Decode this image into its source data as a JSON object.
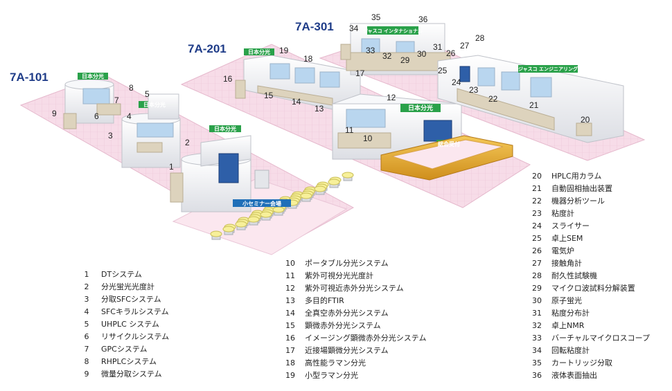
{
  "halls": [
    "7A-101",
    "7A-201",
    "7A-301"
  ],
  "booth_labels": {
    "nihon_bunko": "日本分光",
    "jasco_international": "ジャスコ インタナショナル",
    "jasco_engineering": "ジャスコ エンジニアリング",
    "general_reception": "総合受付",
    "small_seminar": "小セミナー会場"
  },
  "station_numbers": [
    "1",
    "2",
    "3",
    "4",
    "5",
    "6",
    "7",
    "8",
    "9",
    "10",
    "11",
    "12",
    "13",
    "14",
    "15",
    "16",
    "17",
    "18",
    "19",
    "20",
    "21",
    "22",
    "23",
    "24",
    "25",
    "26",
    "27",
    "28",
    "29",
    "30",
    "31",
    "32",
    "33",
    "34",
    "35",
    "36"
  ],
  "legend": [
    {
      "num": "1",
      "text": "DTシステム"
    },
    {
      "num": "2",
      "text": "分光蛍光光度計"
    },
    {
      "num": "3",
      "text": "分取SFCシステム"
    },
    {
      "num": "4",
      "text": "SFCキラルシステム"
    },
    {
      "num": "5",
      "text": "UHPLC システム"
    },
    {
      "num": "6",
      "text": "リサイクルシステム"
    },
    {
      "num": "7",
      "text": "GPCシステム"
    },
    {
      "num": "8",
      "text": "RHPLCシステム"
    },
    {
      "num": "9",
      "text": "微量分取システム"
    },
    {
      "num": "10",
      "text": "ポータブル分光システム"
    },
    {
      "num": "11",
      "text": "紫外可視分光光度計"
    },
    {
      "num": "12",
      "text": "紫外可視近赤外分光システム"
    },
    {
      "num": "13",
      "text": "多目的FTIR"
    },
    {
      "num": "14",
      "text": "全真空赤外分光システム"
    },
    {
      "num": "15",
      "text": "顕微赤外分光システム"
    },
    {
      "num": "16",
      "text": "イメージング顕微赤外分光システム"
    },
    {
      "num": "17",
      "text": "近接場顕微分光システム"
    },
    {
      "num": "18",
      "text": "高性能ラマン分光"
    },
    {
      "num": "19",
      "text": "小型ラマン分光"
    },
    {
      "num": "20",
      "text": "HPLC用カラム"
    },
    {
      "num": "21",
      "text": "自動固相抽出装置"
    },
    {
      "num": "22",
      "text": "機器分析ツール"
    },
    {
      "num": "23",
      "text": "粘度計"
    },
    {
      "num": "24",
      "text": "スライサー"
    },
    {
      "num": "25",
      "text": "卓上SEM"
    },
    {
      "num": "26",
      "text": "電気炉"
    },
    {
      "num": "27",
      "text": "接触角計"
    },
    {
      "num": "28",
      "text": "耐久性試験機"
    },
    {
      "num": "29",
      "text": "マイクロ波試料分解装置"
    },
    {
      "num": "30",
      "text": "原子蛍光"
    },
    {
      "num": "31",
      "text": "粘度分布計"
    },
    {
      "num": "32",
      "text": "卓上NMR"
    },
    {
      "num": "33",
      "text": "バーチャルマイクロスコープ"
    },
    {
      "num": "34",
      "text": "回転粘度計"
    },
    {
      "num": "35",
      "text": "カートリッジ分取"
    },
    {
      "num": "36",
      "text": "液体表面抽出"
    }
  ],
  "colors": {
    "floor": "#f7dce8",
    "floor_grid": "#e9bcd2",
    "booth_wall": "#f1f2f5",
    "booth_shadow": "#d5d7dd",
    "counter": "#ddd3bd",
    "screen": "#2e5fa8",
    "window": "#b9d6ef",
    "green_sign": "#2aa14a",
    "blue_sign": "#1f6fb8",
    "reception": "#e8b23c",
    "stool": "#f7f09a",
    "hall_text": "#1f3c88"
  }
}
